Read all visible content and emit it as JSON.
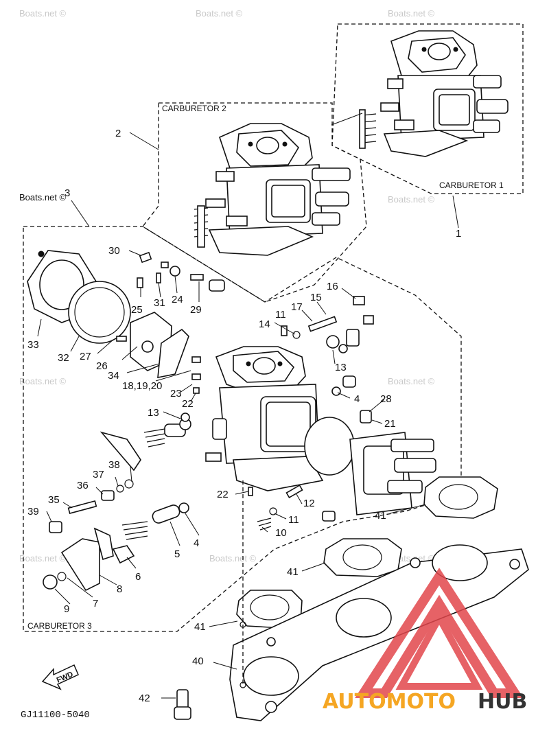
{
  "watermark": "Boats.net ©",
  "boxes": {
    "carb1": "CARBURETOR 1",
    "carb2": "CARBURETOR 2",
    "carb3": "CARBURETOR 3"
  },
  "labels": {
    "l1": "1",
    "l2": "2",
    "l3": "3",
    "l4a": "4",
    "l4b": "4",
    "l5": "5",
    "l6": "6",
    "l7": "7",
    "l8": "8",
    "l9": "9",
    "l10": "10",
    "l11a": "11",
    "l11b": "11",
    "l12": "12",
    "l13a": "13",
    "l13b": "13",
    "l14": "14",
    "l15": "15",
    "l16": "16",
    "l17": "17",
    "l18": "18,19,20",
    "l21": "21",
    "l22a": "22",
    "l22b": "22",
    "l23": "23",
    "l24": "24",
    "l25": "25",
    "l26": "26",
    "l27": "27",
    "l28": "28",
    "l29": "29",
    "l30": "30",
    "l31": "31",
    "l32": "32",
    "l33": "33",
    "l34": "34",
    "l35": "35",
    "l36": "36",
    "l37": "37",
    "l38": "38",
    "l39": "39",
    "l40": "40",
    "l41a": "41",
    "l41b": "41",
    "l41c": "41",
    "l42": "42"
  },
  "fwd": "FWD",
  "code": "GJ11100-5040",
  "brand": {
    "part1": "AUTOMOTO",
    "part2": "HUB",
    "color1": "#f5a623",
    "color2": "#333333",
    "logo_color": "#e2474c"
  }
}
